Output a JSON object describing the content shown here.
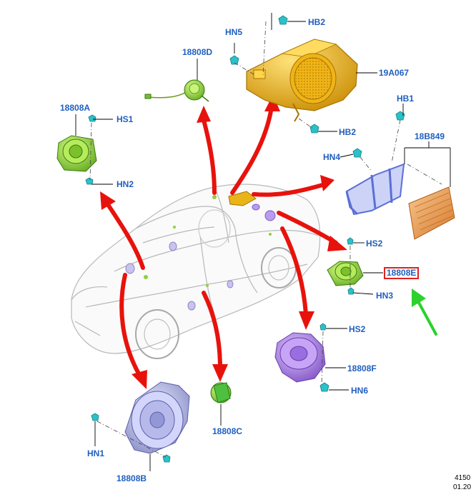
{
  "labels": {
    "hb2_top": "HB2",
    "hn5": "HN5",
    "r18808d": "18808D",
    "r19a067": "19A067",
    "hb2_bottom": "HB2",
    "r18808a": "18808A",
    "hs1": "HS1",
    "hn2": "HN2",
    "hb1": "HB1",
    "r18b849": "18B849",
    "hn4": "HN4",
    "hs2_right": "HS2",
    "r18808e": "18808E",
    "hn3": "HN3",
    "hs2_bottom": "HS2",
    "r18808f": "18808F",
    "hn6": "HN6",
    "r18808c": "18808C",
    "hn1": "HN1",
    "r18808b": "18808B"
  },
  "reference": {
    "number": "4150",
    "date": "01.20"
  },
  "colors": {
    "label_blue": "#1f5fbf",
    "arrow_red": "#e8120c",
    "pointer_green": "#2cd12c",
    "highlight_border": "#e02020",
    "subwoofer_yellow": "#e8b418",
    "speaker_green": "#8fd13a",
    "speaker_purple": "#a97ae0",
    "speaker_lavender": "#a8acdc",
    "bracket_blue": "#5b6fd6",
    "amplifier_orange": "#e89a4c",
    "fastener_cyan": "#29c2c9"
  },
  "icons": {
    "pointer": "green-arrow-icon",
    "fastener": "bolt-icon"
  }
}
